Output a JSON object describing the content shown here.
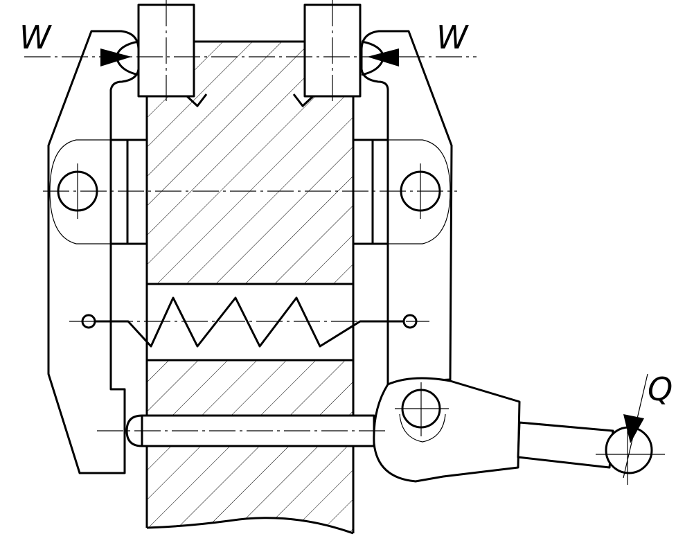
{
  "labels": {
    "force_left": "W",
    "force_right": "W",
    "force_handle": "Q"
  },
  "colors": {
    "line": "#000000",
    "background": "#ffffff"
  }
}
